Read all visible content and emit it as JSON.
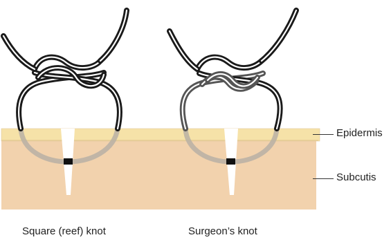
{
  "layers": {
    "epidermis": "Epidermis",
    "subcutis": "Subcutis"
  },
  "knots": {
    "square": "Square (reef) knot",
    "surgeon": "Surgeon’s knot"
  },
  "colors": {
    "epidermis": "#f6e2a8",
    "subcutis": "#f2d2ad",
    "suture_above": "#1a1a1a",
    "suture_surgeon": "#555555",
    "suture_below": "#b8b0a4"
  }
}
